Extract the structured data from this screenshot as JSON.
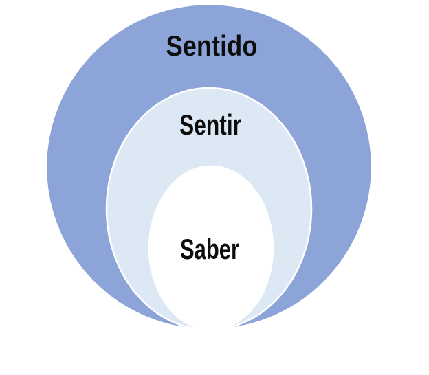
{
  "page": {
    "background_color": "#ffffff",
    "text_color": "#0d0d0d",
    "outline_color": "#ffffff"
  },
  "diagram": {
    "type": "nested-onion",
    "rings": [
      {
        "label": "Sentido",
        "fill": "#8da4d8"
      },
      {
        "label": "Sentir",
        "fill": "#dde8f5"
      },
      {
        "label": "Saber",
        "fill": "#ffffff"
      }
    ]
  }
}
